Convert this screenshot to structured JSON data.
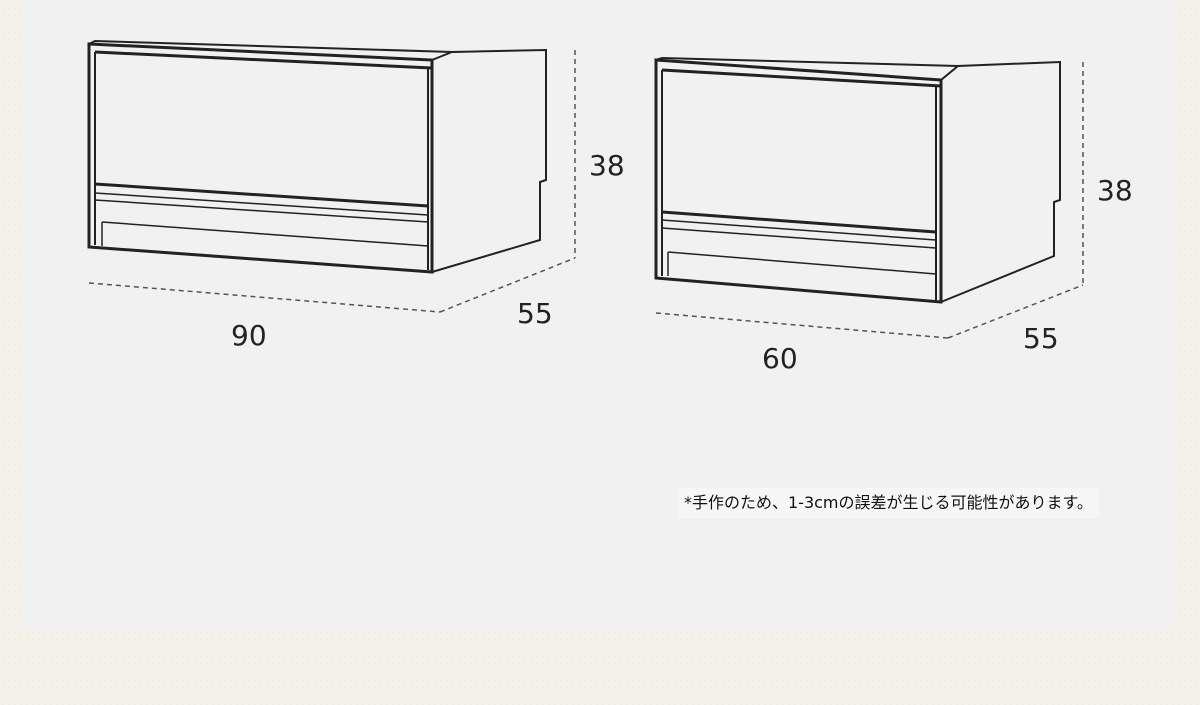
{
  "products": [
    {
      "id": "wide",
      "width_label": "90",
      "depth_label": "55",
      "height_label": "38"
    },
    {
      "id": "narrow",
      "width_label": "60",
      "depth_label": "55",
      "height_label": "38"
    }
  ],
  "note": "*手作のため、1-3cmの誤差が生じる可能性があります。",
  "colors": {
    "background": "#f3f1ea",
    "panel": "#f1f1f1",
    "line": "#222222",
    "dashed": "#555555"
  }
}
